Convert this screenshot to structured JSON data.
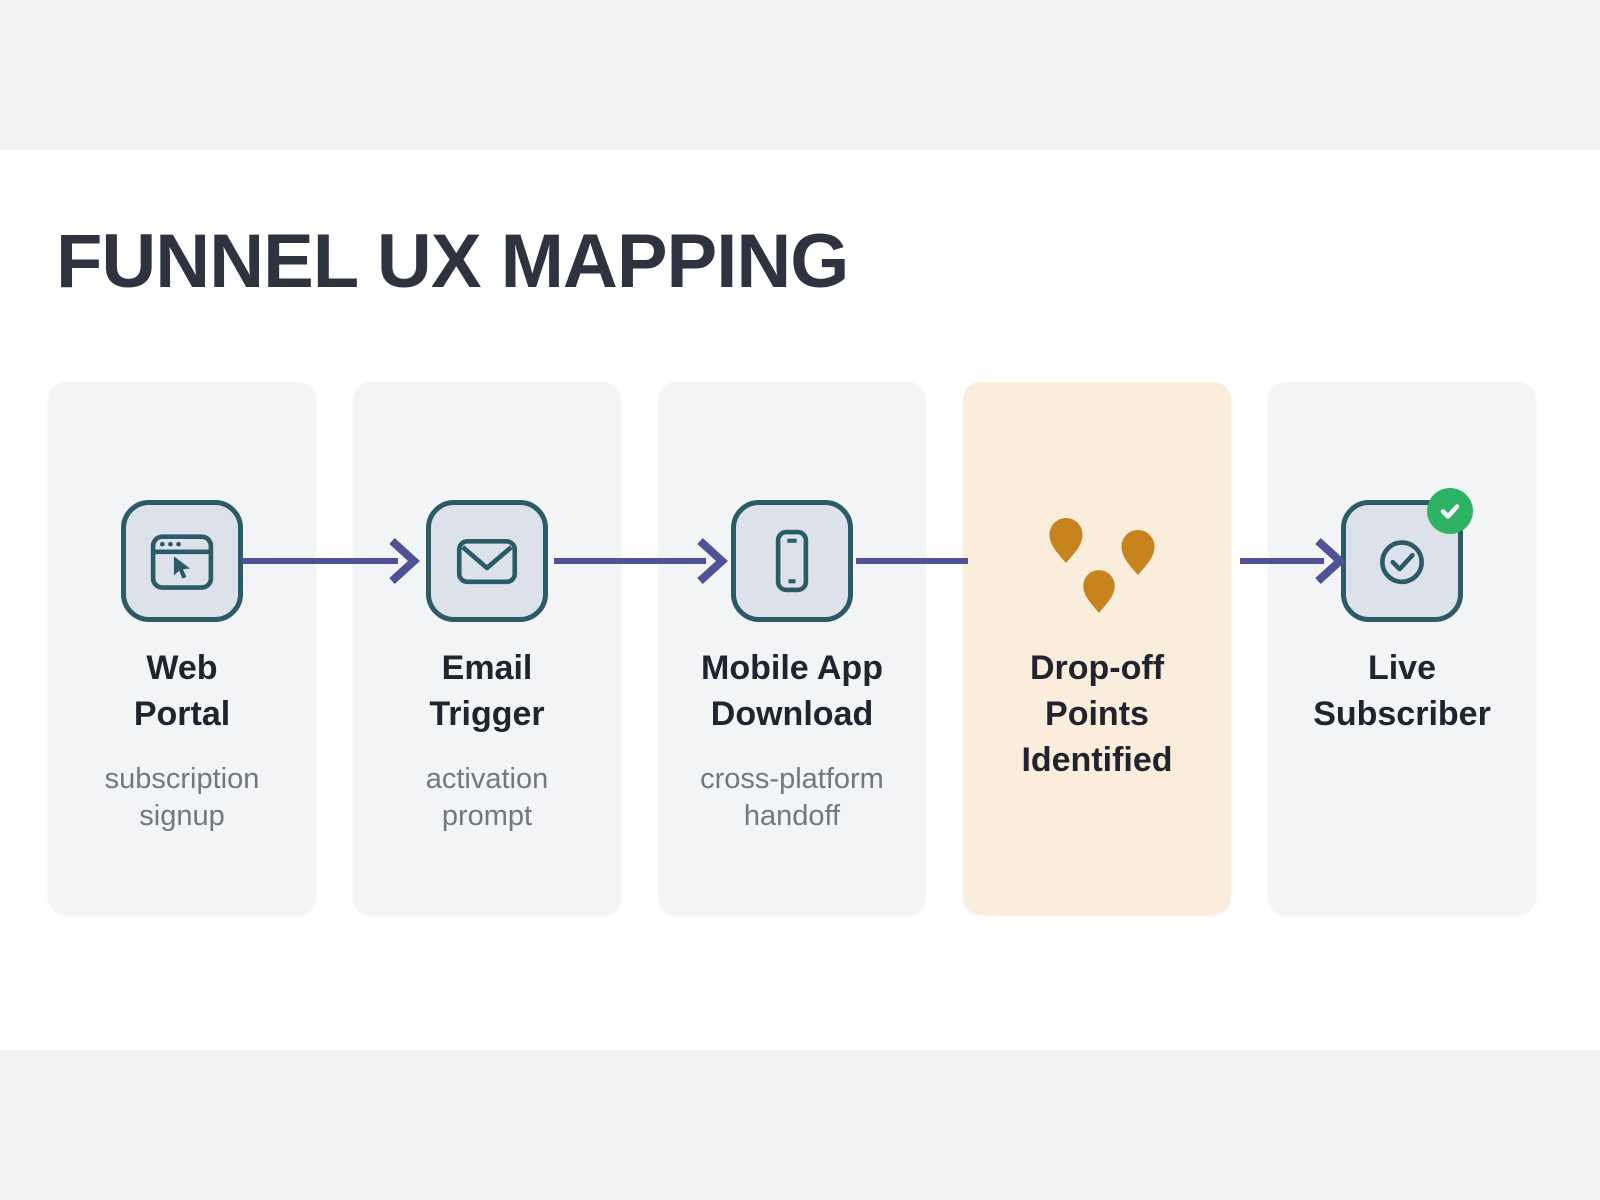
{
  "page": {
    "title": "FUNNEL UX MAPPING"
  },
  "flow": {
    "steps": [
      {
        "id": "web-portal",
        "title": "Web\nPortal",
        "subtitle": "subscription\nsignup",
        "icon": "browser-cursor-icon",
        "highlighted": false
      },
      {
        "id": "email-trigger",
        "title": "Email\nTrigger",
        "subtitle": "activation\nprompt",
        "icon": "envelope-icon",
        "highlighted": false
      },
      {
        "id": "mobile-app-download",
        "title": "Mobile App\nDownload",
        "subtitle": "cross-platform\nhandoff",
        "icon": "smartphone-icon",
        "highlighted": false
      },
      {
        "id": "drop-off-points",
        "title": "Drop-off\nPoints\nIdentified",
        "subtitle": "",
        "icon": "drop-markers-icon",
        "highlighted": true
      },
      {
        "id": "live-subscriber",
        "title": "Live\nSubscriber",
        "subtitle": "",
        "icon": "check-circle-icon",
        "badge_icon": "success-check-badge",
        "highlighted": false
      }
    ],
    "connectors": [
      {
        "from": "web-portal",
        "to": "email-trigger",
        "arrowhead": true
      },
      {
        "from": "email-trigger",
        "to": "mobile-app-download",
        "arrowhead": true
      },
      {
        "from": "mobile-app-download",
        "to": "drop-off-points",
        "arrowhead": false
      },
      {
        "from": "drop-off-points",
        "to": "live-subscriber",
        "arrowhead": true
      }
    ]
  },
  "colors": {
    "arrow": "#4f5295",
    "icon_stroke": "#2a5b66",
    "icon_fill": "#dde1ea",
    "card_bg": "#f3f4f6",
    "highlight_card_bg": "#faeddb",
    "drop_orange": "#c7831d",
    "badge_green": "#2db363",
    "title_text": "#20242e",
    "subtitle_text": "#73777f",
    "heading_text": "#2e333f",
    "band_bg": "#f1f2f4"
  }
}
